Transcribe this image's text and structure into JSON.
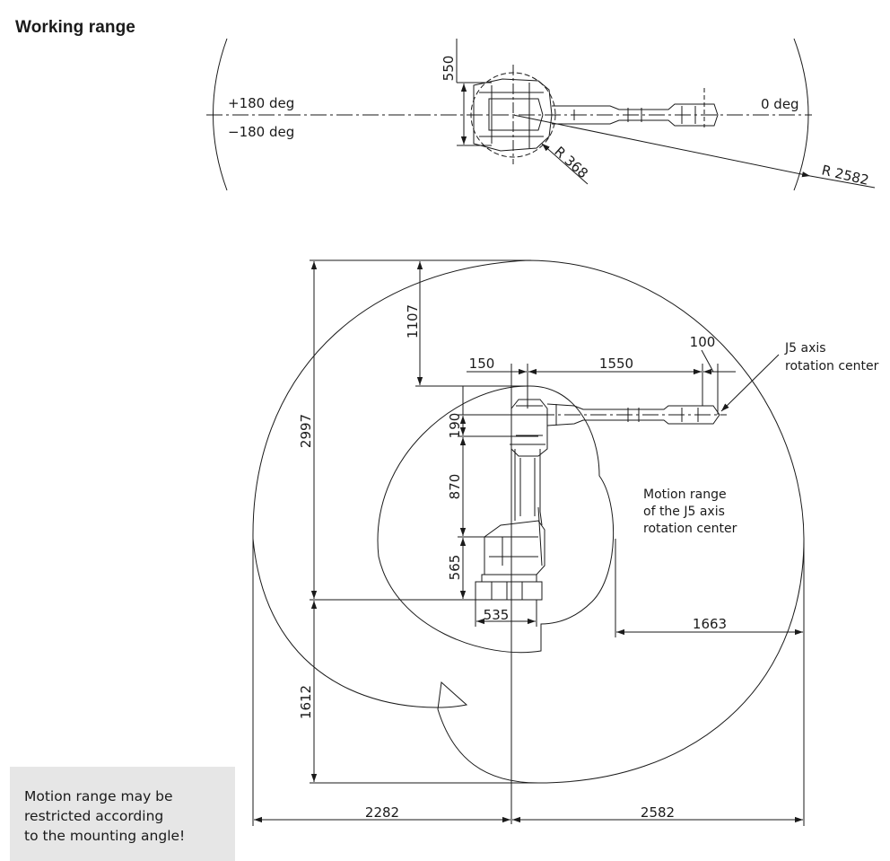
{
  "title": "Working range",
  "top_view": {
    "dim_width": "550",
    "angle_left_pos": "+180 deg",
    "angle_left_neg": "−180 deg",
    "angle_right": "0 deg",
    "radius_small": "R 368",
    "radius_large": "R 2582"
  },
  "side_view": {
    "dim_1107": "1107",
    "dim_150": "150",
    "dim_1550": "1550",
    "dim_100": "100",
    "dim_190": "190",
    "dim_870": "870",
    "dim_565": "565",
    "dim_535": "535",
    "dim_2997": "2997",
    "dim_1612": "1612",
    "dim_1663": "1663",
    "dim_2282": "2282",
    "dim_2582": "2582",
    "j5_label": [
      "J5 axis",
      "rotation center"
    ],
    "motion_label": [
      "Motion range",
      "of the J5 axis",
      "rotation center"
    ]
  },
  "note": "Motion range may be\nrestricted according\nto the mounting angle!",
  "colors": {
    "line": "#1a1a1a",
    "note_background": "#e6e6e6"
  }
}
